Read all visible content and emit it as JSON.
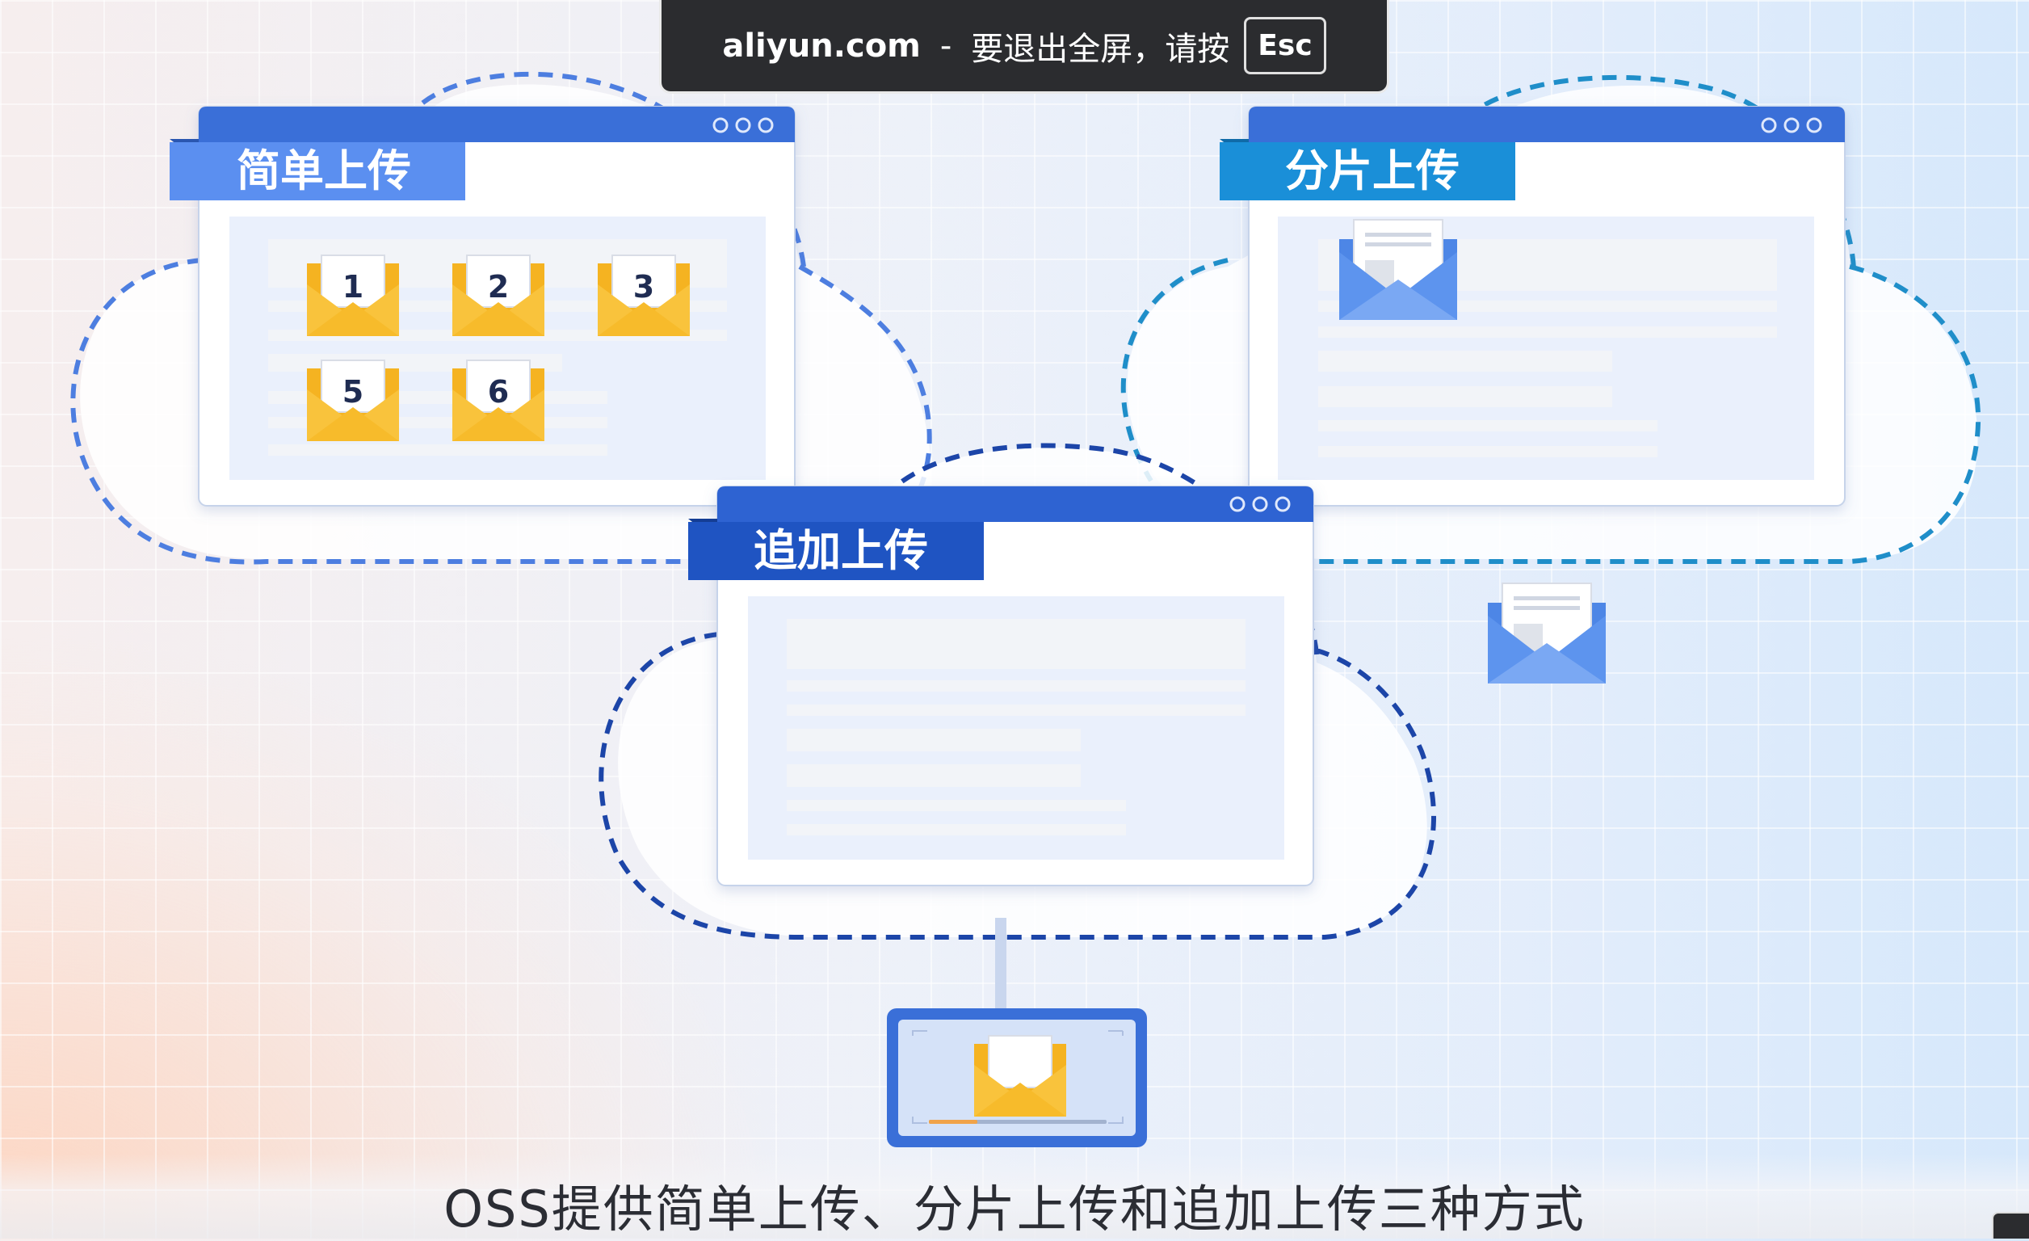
{
  "banner": {
    "domain": "aliyun.com",
    "separator": "-",
    "message": "要退出全屏，请按",
    "key": "Esc"
  },
  "panels": {
    "simple": {
      "title": "简单上传",
      "envelopes": [
        "1",
        "2",
        "3",
        "5",
        "6"
      ]
    },
    "multipart": {
      "title": "分片上传"
    },
    "append": {
      "title": "追加上传"
    }
  },
  "subtitle": "OSS提供简单上传、分片上传和追加上传三种方式",
  "colors": {
    "window_header": "#3a6fd8",
    "simple_tab": "#5b8ff0",
    "multipart_tab": "#1a8fd8",
    "append_tab": "#1f54c2",
    "envelope_yellow": "#f5b321",
    "envelope_blue": "#5d94ee"
  }
}
